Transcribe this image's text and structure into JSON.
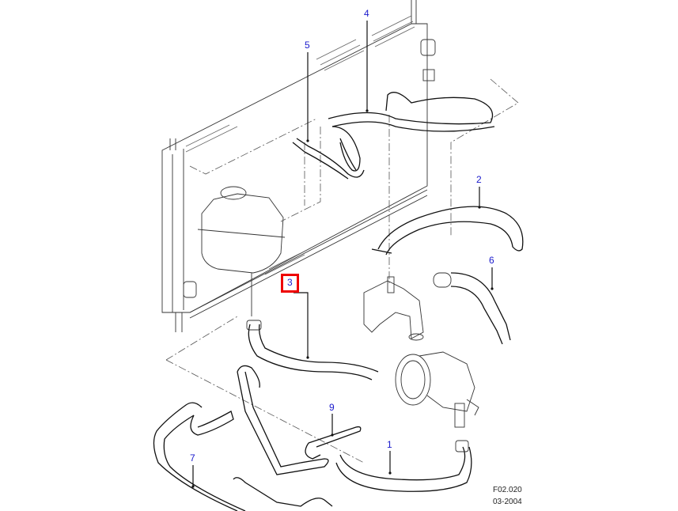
{
  "diagram": {
    "title": "Cooling system hoses",
    "accent_callout_color": "#1a1acc",
    "selection_color": "#ee0000",
    "selected_callout": "3",
    "callouts": [
      {
        "id": "1",
        "label": "1",
        "part": "hose-1"
      },
      {
        "id": "2",
        "label": "2",
        "part": "hose-2"
      },
      {
        "id": "3",
        "label": "3",
        "part": "hose-3"
      },
      {
        "id": "4",
        "label": "4",
        "part": "hose-4"
      },
      {
        "id": "5",
        "label": "5",
        "part": "hose-5"
      },
      {
        "id": "6",
        "label": "6",
        "part": "hose-6"
      },
      {
        "id": "7",
        "label": "7",
        "part": "hose-7"
      },
      {
        "id": "9",
        "label": "9",
        "part": "hose-9"
      }
    ],
    "components": [
      "radiator",
      "expansion-tank",
      "thermostat-housing",
      "water-pump"
    ],
    "reference": {
      "figure_code": "F02.020",
      "date": "03-2004"
    }
  }
}
